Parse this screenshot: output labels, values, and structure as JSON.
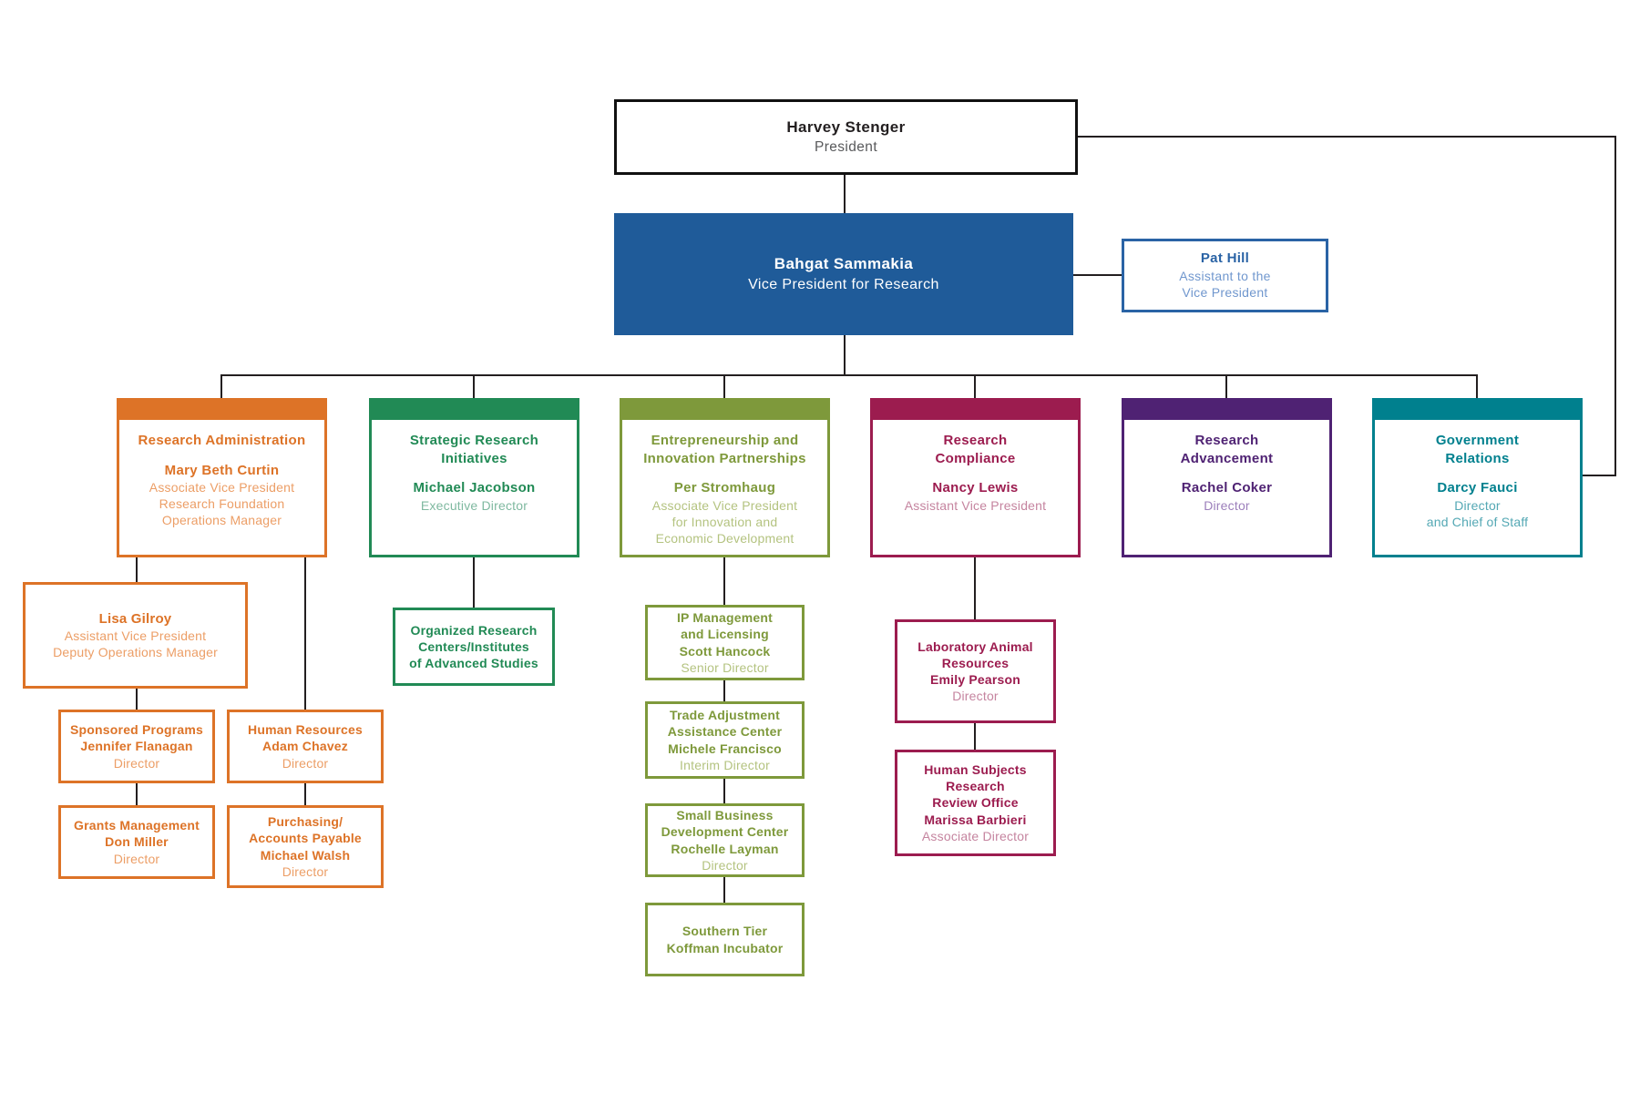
{
  "colors": {
    "line": "#231f20",
    "black": "#111111",
    "gray": "#58595b",
    "blue_fill": "#1f5b99",
    "blue": "#2a63a5",
    "blue_light": "#7097ce",
    "orange": "#dd7327",
    "orange_light": "#ec9e66",
    "green": "#218a55",
    "green_light": "#7fb9a0",
    "olive": "#7e993b",
    "olive_light": "#b4c380",
    "maroon": "#9c1c4f",
    "maroon_light": "#c5849f",
    "purple": "#4f2273",
    "purple_light": "#9c7fbb",
    "teal": "#00808e",
    "teal_light": "#54a8b4"
  },
  "top": {
    "president": {
      "name": "Harvey Stenger",
      "title": "President"
    },
    "vp": {
      "name": "Bahgat Sammakia",
      "title": "Vice President for Research"
    },
    "assistant": {
      "name": "Pat Hill",
      "title": "Assistant to the\nVice President"
    }
  },
  "departments": [
    {
      "title": "Research Administration",
      "name": "Mary Beth Curtin",
      "role": "Associate Vice President\nResearch Foundation\nOperations Manager"
    },
    {
      "title": "Strategic Research\nInitiatives",
      "name": "Michael Jacobson",
      "role": "Executive Director"
    },
    {
      "title": "Entrepreneurship and\nInnovation Partnerships",
      "name": "Per Stromhaug",
      "role": "Associate Vice President\nfor Innovation and\nEconomic Development"
    },
    {
      "title": "Research\nCompliance",
      "name": "Nancy Lewis",
      "role": "Assistant Vice President"
    },
    {
      "title": "Research\nAdvancement",
      "name": "Rachel Coker",
      "role": "Director"
    },
    {
      "title": "Government\nRelations",
      "name": "Darcy Fauci",
      "role": "Director\nand Chief of Staff"
    }
  ],
  "subboxes": [
    {
      "name": "Lisa Gilroy",
      "role": "Assistant Vice President\nDeputy Operations Manager"
    },
    {
      "title": "Sponsored Programs",
      "name": "Jennifer Flanagan",
      "role": "Director"
    },
    {
      "title": "Human Resources",
      "name": "Adam Chavez",
      "role": "Director"
    },
    {
      "title": "Grants Management",
      "name": "Don Miller",
      "role": "Director"
    },
    {
      "title": "Purchasing/\nAccounts Payable",
      "name": "Michael Walsh",
      "role": "Director"
    },
    {
      "title": "Organized Research\nCenters/Institutes\nof Advanced Studies"
    },
    {
      "title": "IP Management\nand Licensing",
      "name": "Scott Hancock",
      "role": "Senior Director"
    },
    {
      "title": "Trade Adjustment\nAssistance Center",
      "name": "Michele Francisco",
      "role": "Interim Director"
    },
    {
      "title": "Small Business\nDevelopment Center",
      "name": "Rochelle Layman",
      "role": "Director"
    },
    {
      "title": "Southern Tier\nKoffman Incubator"
    },
    {
      "title": "Laboratory Animal\nResources",
      "name": "Emily Pearson",
      "role": "Director"
    },
    {
      "title": "Human Subjects\nResearch\nReview Office",
      "name": "Marissa Barbieri",
      "role": "Associate Director"
    }
  ]
}
